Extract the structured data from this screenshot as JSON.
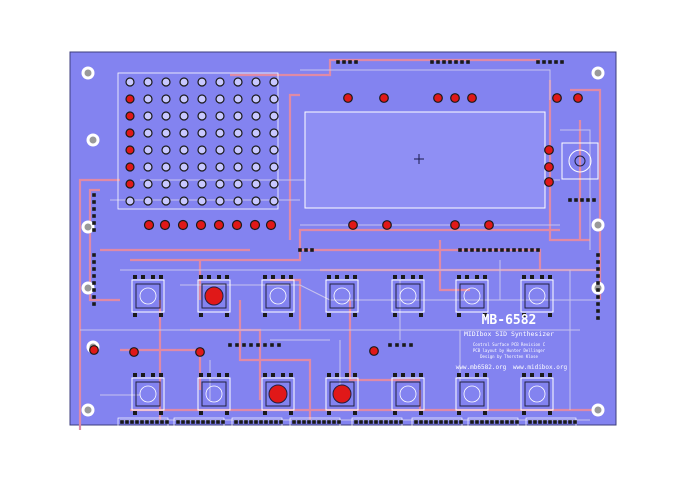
{
  "board": {
    "title": "MB-6582",
    "subtitle": "MIDIbox SID Synthesizer",
    "credit_lines": [
      "Control Surface PCB Revision C",
      "PCB layout by Hunter Dellinger",
      "Design by Thorsten Klose"
    ],
    "url_left": "www.mb6582.org",
    "url_right": "www.midibox.org"
  },
  "colors": {
    "page": "#ffffff",
    "board": "#8383f0",
    "trace_top": "#e08aa6",
    "trace_bottom": "#c7c3ee",
    "silkscreen": "#ffffff",
    "led": "#e01818",
    "pad": "#1a1a1a",
    "hole": "#9a9a9a",
    "lcd": "#8f8ff4"
  }
}
